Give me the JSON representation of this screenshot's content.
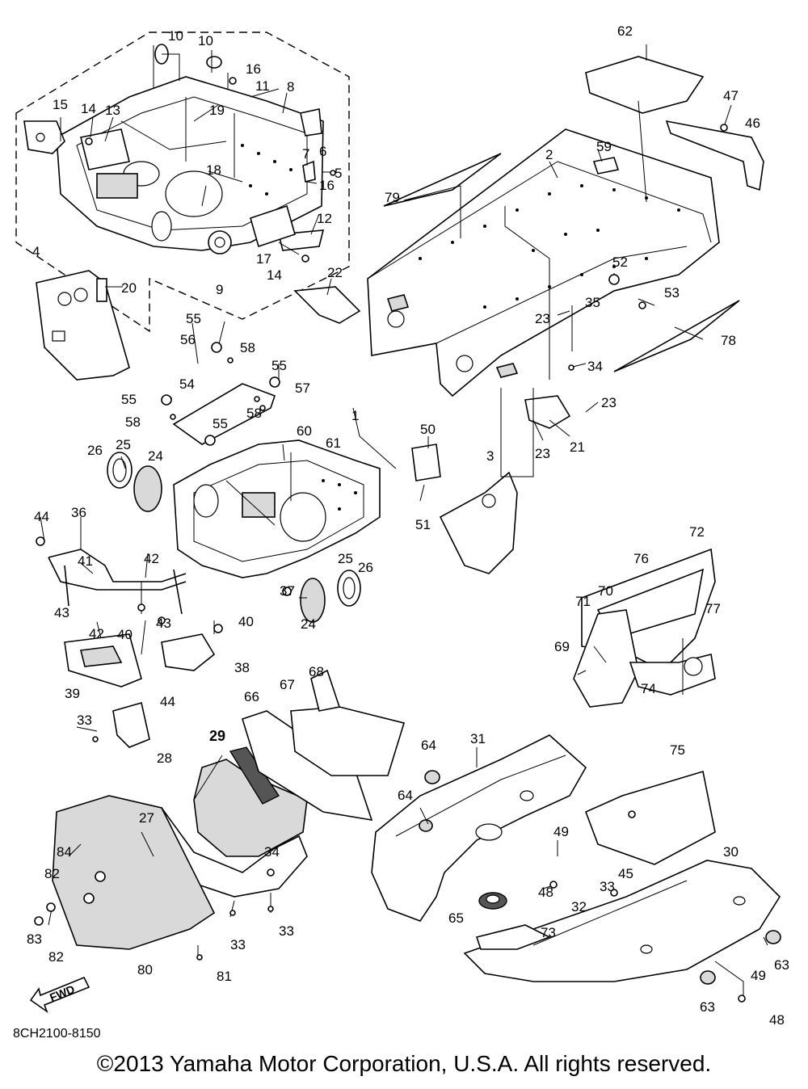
{
  "diagram": {
    "code": "8CH2100-8150",
    "fwd_label": "FWD",
    "callouts": {
      "p1": "1",
      "p2": "2",
      "p3": "3",
      "p4": "4",
      "p5": "5",
      "p6": "6",
      "p7": "7",
      "p8": "8",
      "p9": "9",
      "p10a": "10",
      "p10b": "10",
      "p11": "11",
      "p12": "12",
      "p13": "13",
      "p14a": "14",
      "p14b": "14",
      "p15": "15",
      "p16a": "16",
      "p16b": "16",
      "p17": "17",
      "p18": "18",
      "p19": "19",
      "p20": "20",
      "p21": "21",
      "p22": "22",
      "p23a": "23",
      "p23b": "23",
      "p23c": "23",
      "p24a": "24",
      "p24b": "24",
      "p25a": "25",
      "p25b": "25",
      "p26a": "26",
      "p26b": "26",
      "p27": "27",
      "p28": "28",
      "p29": "29",
      "p30": "30",
      "p31": "31",
      "p32": "32",
      "p33a": "33",
      "p33b": "33",
      "p33c": "33",
      "p33d": "33",
      "p34a": "34",
      "p34b": "34",
      "p35": "35",
      "p36": "36",
      "p37": "37",
      "p38": "38",
      "p39": "39",
      "p40a": "40",
      "p40b": "40",
      "p41": "41",
      "p42a": "42",
      "p42b": "42",
      "p43a": "43",
      "p43b": "43",
      "p44a": "44",
      "p44b": "44",
      "p45": "45",
      "p46": "46",
      "p47": "47",
      "p48a": "48",
      "p48b": "48",
      "p49a": "49",
      "p49b": "49",
      "p50": "50",
      "p51": "51",
      "p52": "52",
      "p53": "53",
      "p54": "54",
      "p55a": "55",
      "p55b": "55",
      "p55c": "55",
      "p55d": "55",
      "p56": "56",
      "p57": "57",
      "p58a": "58",
      "p58b": "58",
      "p58c": "58",
      "p59": "59",
      "p60": "60",
      "p61": "61",
      "p62": "62",
      "p63a": "63",
      "p63b": "63",
      "p64a": "64",
      "p64b": "64",
      "p65": "65",
      "p66": "66",
      "p67": "67",
      "p68": "68",
      "p69": "69",
      "p70": "70",
      "p71": "71",
      "p72": "72",
      "p73": "73",
      "p74": "74",
      "p75": "75",
      "p76": "76",
      "p77": "77",
      "p78": "78",
      "p79": "79",
      "p80": "80",
      "p81": "81",
      "p82a": "82",
      "p82b": "82",
      "p83": "83",
      "p84": "84"
    }
  },
  "footer": {
    "copyright": "©2013 Yamaha Motor Corporation, U.S.A. All rights reserved."
  }
}
